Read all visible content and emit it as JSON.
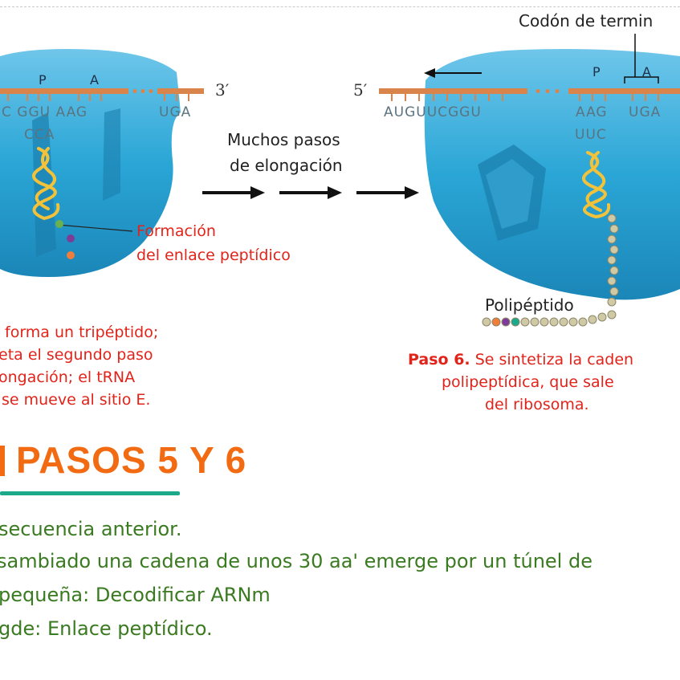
{
  "figure": {
    "left_ribosome": {
      "site_p": "P",
      "site_a": "A",
      "mrna_codons": "C GGU AAG",
      "stop_codon": "UGA",
      "three_prime": "3′",
      "anticodon": "CCA"
    },
    "middle": {
      "elongation_line1": "Muchos pasos",
      "elongation_line2": "de elongación"
    },
    "peptide_bond_label": [
      "Formación",
      "del enlace peptídico"
    ],
    "left_caption": [
      "forma un tripéptido;",
      "eta el segundo paso",
      "ongación; el tRNA",
      "se mueve al sitio E."
    ],
    "right_ribosome": {
      "five_prime": "5′",
      "stop_codon_label": "Codón de termin",
      "site_p": "P",
      "site_a": "A",
      "mrna_left": "AUGUUCGGU",
      "mrna_codon1": "AAG",
      "mrna_codon2": "UGA",
      "anticodon": "UUC",
      "polypeptide_label": "Polipéptido"
    },
    "right_caption": {
      "bold": "Paso 6.",
      "line1_rest": " Se sintetiza la caden",
      "line2": "polipeptídica, que sale",
      "line3": "del ribosoma."
    }
  },
  "section_title": "PASOS 5 Y 6",
  "body_lines": [
    "secuencia anterior.",
    "sambiado una cadena de unos 30 aa' emerge por un túnel de",
    "pequeña: Decodificar ARNm",
    "gde: Enlace peptídico."
  ],
  "colors": {
    "ribosome": "#2aa6d6",
    "mrna": "#d9844a",
    "trna": "#f2c33a",
    "title": "#f26b12",
    "underline": "#1aa98a",
    "body_text": "#3a7a20",
    "caption_red": "#e2231a"
  }
}
